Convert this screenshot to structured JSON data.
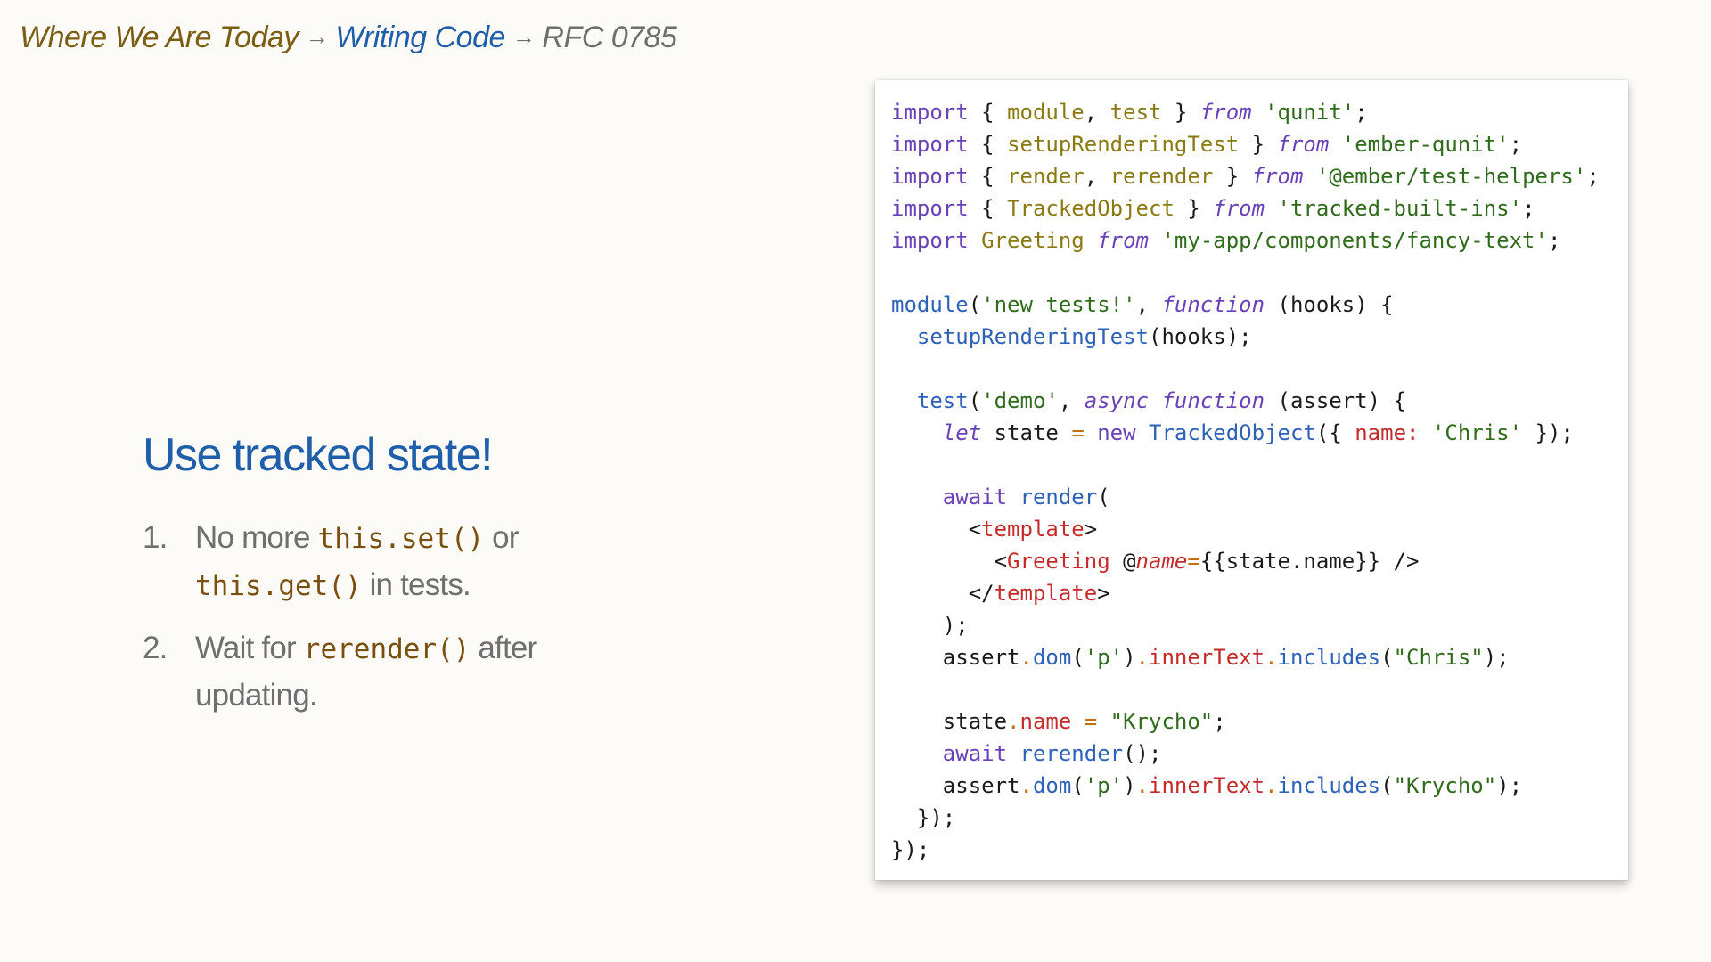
{
  "breadcrumb": {
    "items": [
      "Where We Are Today",
      "Writing Code",
      "RFC 0785"
    ],
    "separator": "→"
  },
  "slide": {
    "heading": "Use tracked state!",
    "list": [
      {
        "number": "1.",
        "parts": [
          {
            "text": "No more "
          },
          {
            "code": "this.set()"
          },
          {
            "text": " or "
          },
          {
            "code": "this.get()"
          },
          {
            "text": " in tests."
          }
        ]
      },
      {
        "number": "2.",
        "parts": [
          {
            "text": "Wait for "
          },
          {
            "code": "rerender()"
          },
          {
            "text": " after updating."
          }
        ]
      }
    ]
  },
  "code": {
    "language": "javascript",
    "lines": [
      [
        [
          "kw",
          "import"
        ],
        [
          "pun",
          " { "
        ],
        [
          "id",
          "module"
        ],
        [
          "pun",
          ", "
        ],
        [
          "id",
          "test"
        ],
        [
          "pun",
          " } "
        ],
        [
          "kwi",
          "from"
        ],
        [
          "pun",
          " "
        ],
        [
          "str",
          "'qunit'"
        ],
        [
          "pun",
          ";"
        ]
      ],
      [
        [
          "kw",
          "import"
        ],
        [
          "pun",
          " { "
        ],
        [
          "id",
          "setupRenderingTest"
        ],
        [
          "pun",
          " } "
        ],
        [
          "kwi",
          "from"
        ],
        [
          "pun",
          " "
        ],
        [
          "str",
          "'ember-qunit'"
        ],
        [
          "pun",
          ";"
        ]
      ],
      [
        [
          "kw",
          "import"
        ],
        [
          "pun",
          " { "
        ],
        [
          "id",
          "render"
        ],
        [
          "pun",
          ", "
        ],
        [
          "id",
          "rerender"
        ],
        [
          "pun",
          " } "
        ],
        [
          "kwi",
          "from"
        ],
        [
          "pun",
          " "
        ],
        [
          "str",
          "'@ember/test-helpers'"
        ],
        [
          "pun",
          ";"
        ]
      ],
      [
        [
          "kw",
          "import"
        ],
        [
          "pun",
          " { "
        ],
        [
          "id",
          "TrackedObject"
        ],
        [
          "pun",
          " } "
        ],
        [
          "kwi",
          "from"
        ],
        [
          "pun",
          " "
        ],
        [
          "str",
          "'tracked-built-ins'"
        ],
        [
          "pun",
          ";"
        ]
      ],
      [
        [
          "kw",
          "import"
        ],
        [
          "pun",
          " "
        ],
        [
          "id",
          "Greeting"
        ],
        [
          "pun",
          " "
        ],
        [
          "kwi",
          "from"
        ],
        [
          "pun",
          " "
        ],
        [
          "str",
          "'my-app/components/fancy-text'"
        ],
        [
          "pun",
          ";"
        ]
      ],
      [],
      [
        [
          "fn",
          "module"
        ],
        [
          "pun",
          "("
        ],
        [
          "str",
          "'new tests!'"
        ],
        [
          "pun",
          ", "
        ],
        [
          "kwi",
          "function"
        ],
        [
          "pun",
          " (hooks) {"
        ]
      ],
      [
        [
          "pun",
          "  "
        ],
        [
          "fn",
          "setupRenderingTest"
        ],
        [
          "pun",
          "(hooks);"
        ]
      ],
      [],
      [
        [
          "pun",
          "  "
        ],
        [
          "fn",
          "test"
        ],
        [
          "pun",
          "("
        ],
        [
          "str",
          "'demo'"
        ],
        [
          "pun",
          ", "
        ],
        [
          "kwi",
          "async"
        ],
        [
          "pun",
          " "
        ],
        [
          "kwi",
          "function"
        ],
        [
          "pun",
          " (assert) {"
        ]
      ],
      [
        [
          "pun",
          "    "
        ],
        [
          "kwi",
          "let"
        ],
        [
          "pun",
          " state "
        ],
        [
          "op",
          "="
        ],
        [
          "pun",
          " "
        ],
        [
          "kw",
          "new"
        ],
        [
          "pun",
          " "
        ],
        [
          "fn",
          "TrackedObject"
        ],
        [
          "pun",
          "({ "
        ],
        [
          "prop",
          "name:"
        ],
        [
          "pun",
          " "
        ],
        [
          "str",
          "'Chris'"
        ],
        [
          "pun",
          " });"
        ]
      ],
      [],
      [
        [
          "pun",
          "    "
        ],
        [
          "kw",
          "await"
        ],
        [
          "pun",
          " "
        ],
        [
          "fn",
          "render"
        ],
        [
          "pun",
          "("
        ]
      ],
      [
        [
          "pun",
          "      <"
        ],
        [
          "tag",
          "template"
        ],
        [
          "pun",
          ">"
        ]
      ],
      [
        [
          "pun",
          "        <"
        ],
        [
          "tag",
          "Greeting"
        ],
        [
          "pun",
          " @"
        ],
        [
          "attr",
          "name"
        ],
        [
          "op",
          "="
        ],
        [
          "pun",
          "{{state.name}} />"
        ]
      ],
      [
        [
          "pun",
          "      </"
        ],
        [
          "tag",
          "template"
        ],
        [
          "pun",
          ">"
        ]
      ],
      [
        [
          "pun",
          "    );"
        ]
      ],
      [
        [
          "pun",
          "    assert"
        ],
        [
          "op",
          "."
        ],
        [
          "fn",
          "dom"
        ],
        [
          "pun",
          "("
        ],
        [
          "str",
          "'p'"
        ],
        [
          "pun",
          ")"
        ],
        [
          "op",
          "."
        ],
        [
          "prop",
          "innerText"
        ],
        [
          "op",
          "."
        ],
        [
          "fn",
          "includes"
        ],
        [
          "pun",
          "("
        ],
        [
          "str",
          "\"Chris\""
        ],
        [
          "pun",
          ");"
        ]
      ],
      [],
      [
        [
          "pun",
          "    state"
        ],
        [
          "op",
          "."
        ],
        [
          "prop",
          "name"
        ],
        [
          "pun",
          " "
        ],
        [
          "op",
          "="
        ],
        [
          "pun",
          " "
        ],
        [
          "str",
          "\"Krycho\""
        ],
        [
          "pun",
          ";"
        ]
      ],
      [
        [
          "pun",
          "    "
        ],
        [
          "kw",
          "await"
        ],
        [
          "pun",
          " "
        ],
        [
          "fn",
          "rerender"
        ],
        [
          "pun",
          "();"
        ]
      ],
      [
        [
          "pun",
          "    assert"
        ],
        [
          "op",
          "."
        ],
        [
          "fn",
          "dom"
        ],
        [
          "pun",
          "("
        ],
        [
          "str",
          "'p'"
        ],
        [
          "pun",
          ")"
        ],
        [
          "op",
          "."
        ],
        [
          "prop",
          "innerText"
        ],
        [
          "op",
          "."
        ],
        [
          "fn",
          "includes"
        ],
        [
          "pun",
          "("
        ],
        [
          "str",
          "\"Krycho\""
        ],
        [
          "pun",
          ");"
        ]
      ],
      [
        [
          "pun",
          "  });"
        ]
      ],
      [
        [
          "pun",
          "});"
        ]
      ]
    ]
  }
}
